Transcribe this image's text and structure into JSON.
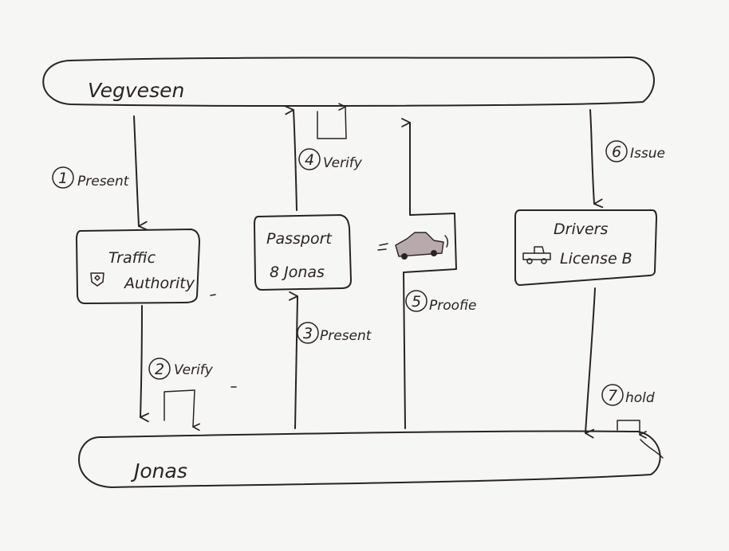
{
  "lanes": {
    "top_label": "Vegvesen",
    "bottom_label": "Jonas"
  },
  "nodes": {
    "traffic_authority": {
      "line1": "Traffic",
      "line2": "Authority"
    },
    "passport": {
      "line1": "Passport",
      "line2": "8 Jonas"
    },
    "drivers_license": {
      "line1": "Drivers",
      "line2": "License B"
    }
  },
  "steps": [
    {
      "num": "1",
      "label": "Present"
    },
    {
      "num": "2",
      "label": "Verify"
    },
    {
      "num": "3",
      "label": "Present"
    },
    {
      "num": "4",
      "label": "Verify"
    },
    {
      "num": "5",
      "label": "Proofie"
    },
    {
      "num": "6",
      "label": "Issue"
    },
    {
      "num": "7",
      "label": "hold"
    }
  ],
  "icons": [
    "shield-icon",
    "car-icon",
    "truck-icon"
  ],
  "colors": {
    "ink": "#2a2324",
    "paper": "#f6f6f4"
  }
}
